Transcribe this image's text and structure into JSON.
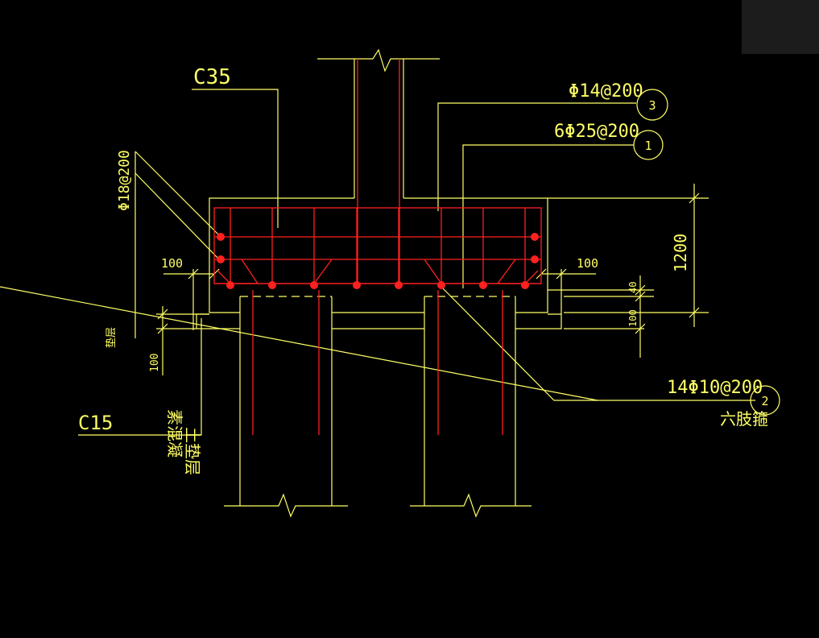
{
  "colors": {
    "background": "#000000",
    "outline": "#ffff66",
    "rebar": "#ff2020",
    "text": "#ffff66",
    "corner_panel": "#1c1c1c"
  },
  "labels": {
    "concrete_grade_top": "C35",
    "rebar_top": "Φ14@200",
    "rebar_bottom": "6Φ25@200",
    "side_bars": "Φ18@200",
    "stirrups": "14Φ10@200",
    "stirrup_type": "六肢箍",
    "concrete_grade_bed": "C15",
    "bed_line1": "素混凝",
    "bed_line2": "土垫层",
    "side_note": "垫层",
    "callout_1": "1",
    "callout_2": "2",
    "callout_3": "3"
  },
  "dimensions": {
    "height": "1200",
    "cover_left": "100",
    "cover_right": "100",
    "bottom_gap": "40",
    "bed_thickness": "100",
    "bed_thickness_right": "100"
  }
}
